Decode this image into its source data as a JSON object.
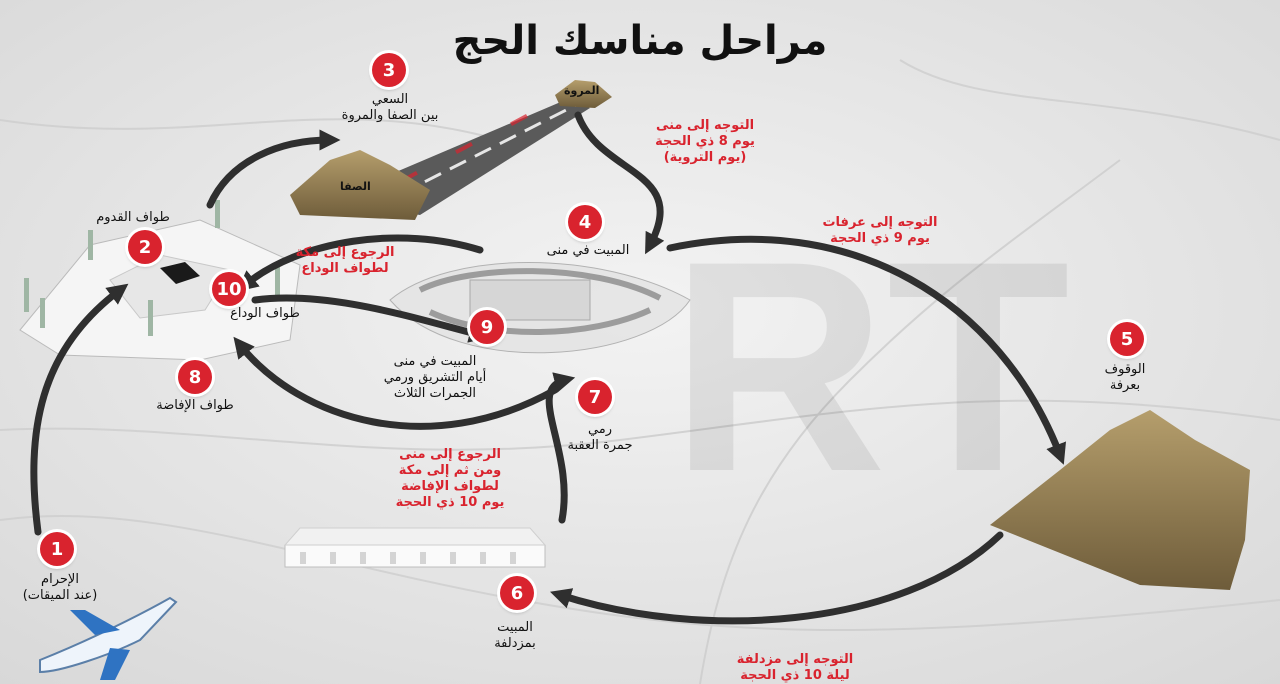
{
  "title": "مراحل مناسك الحج",
  "watermark": "RT",
  "colors": {
    "accent": "#d9232e",
    "arrow": "#333333",
    "mountain": "#8a7650"
  },
  "steps": [
    {
      "num": "1",
      "lines": [
        "الإحرام",
        "(عند الميقات)"
      ]
    },
    {
      "num": "2",
      "lines": [
        "طواف القدوم"
      ]
    },
    {
      "num": "3",
      "lines": [
        "السعي",
        "بين الصفا والمروة"
      ]
    },
    {
      "num": "4",
      "lines": [
        "المبيت في منى"
      ]
    },
    {
      "num": "5",
      "lines": [
        "الوقوف",
        "بعرفة"
      ]
    },
    {
      "num": "6",
      "lines": [
        "المبيت",
        "بمزدلفة"
      ]
    },
    {
      "num": "7",
      "lines": [
        "رمي",
        "جمرة العقبة"
      ]
    },
    {
      "num": "8",
      "lines": [
        "طواف الإفاضة"
      ]
    },
    {
      "num": "9",
      "lines": [
        "المبيت في منى",
        "أيام التشريق ورمي",
        "الجمرات الثلاث"
      ]
    },
    {
      "num": "10",
      "lines": [
        "طواف الوداع"
      ]
    }
  ],
  "places": {
    "safa": "الصفا",
    "marwa": "المروة"
  },
  "notes": {
    "to_mina": [
      "التوجه إلى منى",
      "يوم 8 ذي الحجة",
      "(يوم التروية)"
    ],
    "to_arafat": [
      "التوجه إلى عرفات",
      "يوم 9 ذي الحجة"
    ],
    "to_muzdalifah": [
      "التوجه إلى مزدلفة",
      "ليلة 10 ذي الحجة"
    ],
    "return_ifadah": [
      "الرجوع إلى منى",
      "ومن ثم إلى مكة",
      "لطواف الإفاضة",
      "يوم 10 ذي الحجة"
    ],
    "return_wada": [
      "الرجوع إلى مكة",
      "لطواف الوداع"
    ]
  }
}
